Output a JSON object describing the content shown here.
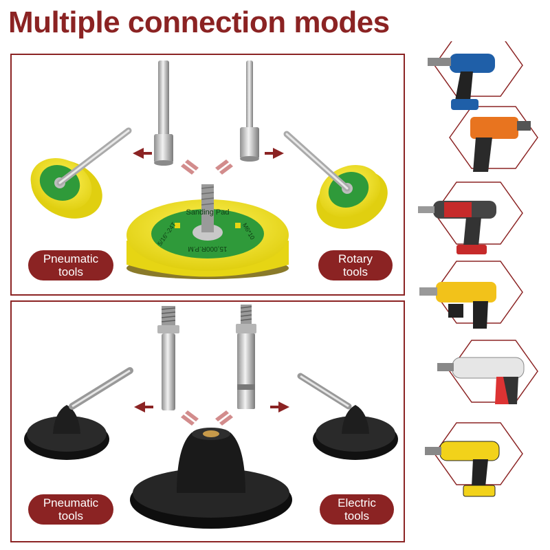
{
  "title": "Multiple connection modes",
  "top_panel": {
    "left_label": [
      "Pneumatic",
      "tools"
    ],
    "right_label": [
      "Rotary",
      "tools"
    ],
    "pad_text_center": "Sanding Pad",
    "pad_text_left": "5/16\"-24T",
    "pad_text_right": "M6*10",
    "pad_text_bottom": "15,000R.P.M"
  },
  "bottom_panel": {
    "left_label": [
      "Pneumatic",
      "tools"
    ],
    "right_label": [
      "Electric",
      "tools"
    ]
  },
  "colors": {
    "accent": "#8b2323",
    "pad_yellow": "#f2e21a",
    "pad_green": "#2f9a3a",
    "pad_black": "#1c1c1c",
    "brass": "#c79a4a"
  },
  "tools": [
    {
      "name": "impact-wrench-icon",
      "color": "#1f5fa8"
    },
    {
      "name": "pneumatic-impact-icon",
      "color": "#e8741f"
    },
    {
      "name": "cordless-drill-red-icon",
      "color": "#c62a2a"
    },
    {
      "name": "hammer-drill-yellow-icon",
      "color": "#f2c21a"
    },
    {
      "name": "electric-drill-white-icon",
      "color": "#e6e6e6"
    },
    {
      "name": "cordless-drill-yellow-icon",
      "color": "#f2d21a"
    }
  ]
}
